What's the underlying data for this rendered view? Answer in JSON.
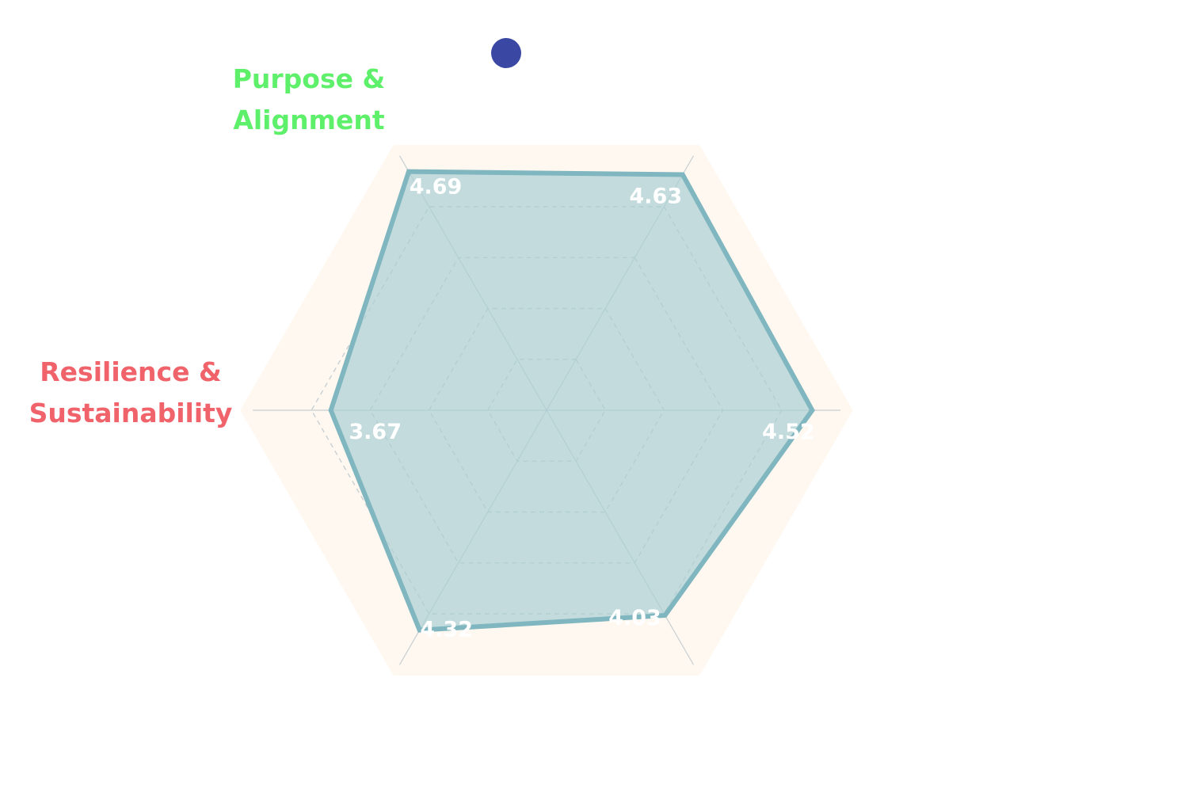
{
  "chart_data": {
    "type": "radar",
    "axes": [
      {
        "label_lines": [
          "",
          ""
        ],
        "value": 4.63,
        "value_label": "4.63"
      },
      {
        "label_lines": [
          "",
          ""
        ],
        "value": 4.52,
        "value_label": "4.52"
      },
      {
        "label_lines": [
          "",
          ""
        ],
        "value": 4.03,
        "value_label": "4.03"
      },
      {
        "label_lines": [
          "",
          ""
        ],
        "value": 4.32,
        "value_label": "4.32"
      },
      {
        "label_lines": [
          "Resilience &",
          "Sustainability"
        ],
        "value": 3.67,
        "value_label": "3.67"
      },
      {
        "label_lines": [
          "Purpose &",
          "Alignment"
        ],
        "value": 4.69,
        "value_label": "4.69"
      }
    ],
    "range": [
      0,
      5
    ],
    "grid_levels": [
      1,
      2,
      3,
      4,
      5
    ],
    "series": [
      {
        "values": [
          4.63,
          4.52,
          4.03,
          4.32,
          3.67,
          4.69
        ]
      }
    ],
    "legend": {
      "position": "top"
    },
    "grid": true
  },
  "colors": {
    "series_line": "#7fb6bf",
    "series_fill": "#aacfd3",
    "background_band": "#fff8f0",
    "grid_line": "#c8cfd2",
    "legend_marker": "#3a47a3",
    "purpose_label": "#5ef06a",
    "resilience_label": "#f0636a",
    "value_text": "#ffffff"
  }
}
